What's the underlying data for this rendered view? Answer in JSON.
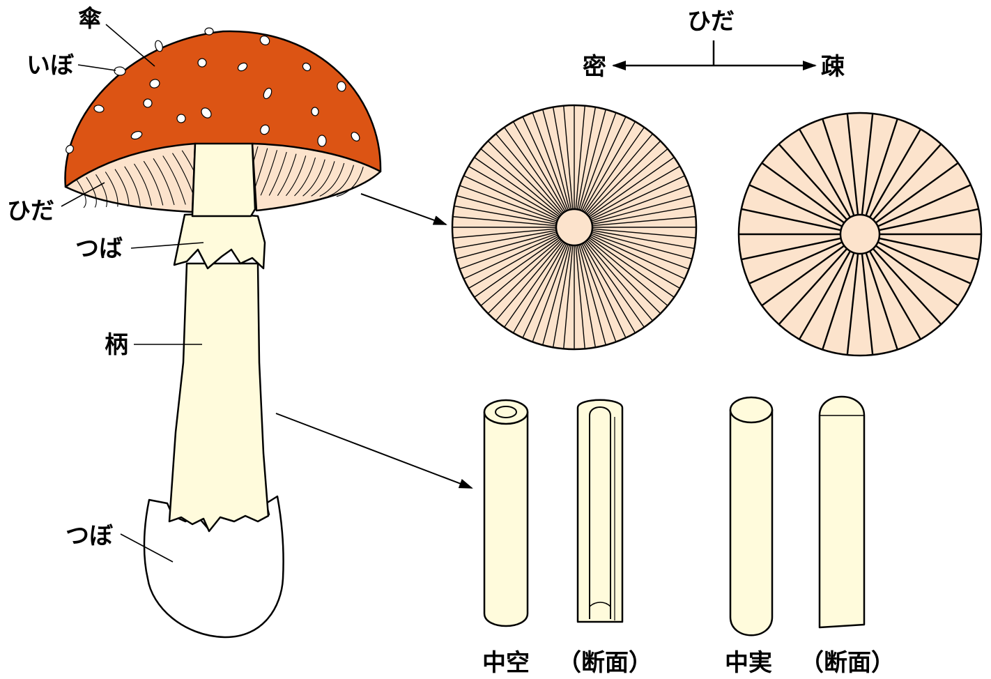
{
  "colors": {
    "cap": "#DC5414",
    "gill": "#FCE3CC",
    "stalk": "#FFFBDC",
    "outline": "#000000",
    "background": "#FFFFFF"
  },
  "labels": {
    "kasa": "傘",
    "ibo": "いぼ",
    "hida": "ひだ",
    "tsuba": "つば",
    "e": "柄",
    "tsubo": "つぼ"
  },
  "gill_density": {
    "title": "ひだ",
    "dense": "密",
    "sparse": "疎",
    "dense_gill_count": 72,
    "sparse_gill_count": 30
  },
  "stem_types": {
    "hollow": "中空",
    "hollow_section": "（断面）",
    "solid": "中実",
    "solid_section": "（断面）"
  }
}
